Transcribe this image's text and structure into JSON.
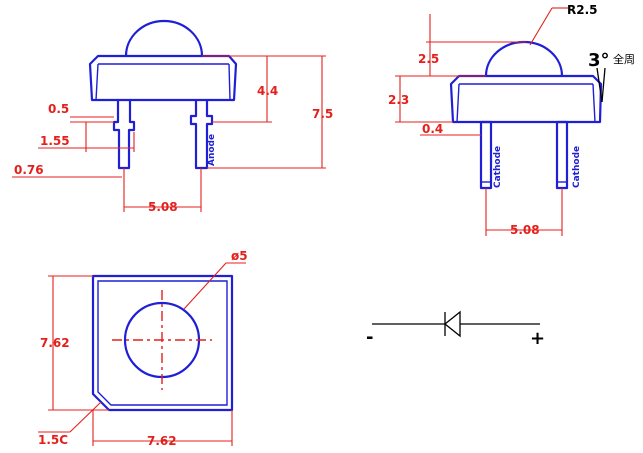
{
  "colors": {
    "outline": "#1f1fd6",
    "dimension": "#e3201c",
    "symbol": "#000000"
  },
  "front_view": {
    "dims": {
      "pin_step": "0.5",
      "pin_width": "1.55",
      "lead_width": "0.76",
      "body_height": "4.4",
      "total_height": "7.5",
      "pitch": "5.08"
    },
    "pin_label": "Anode"
  },
  "side_view": {
    "dims": {
      "dome_radius": "R2.5",
      "dome_height": "2.5",
      "body_height": "2.3",
      "lead_step": "0.4",
      "pitch": "5.08"
    },
    "draft_angle": "3°",
    "draft_note": "全周",
    "pin_labels": [
      "Cathode",
      "Cathode"
    ]
  },
  "top_view": {
    "dims": {
      "diameter": "ø5",
      "height": "7.62",
      "width": "7.62",
      "chamfer": "1.5C"
    }
  },
  "symbol": {
    "minus": "-",
    "plus": "+"
  }
}
